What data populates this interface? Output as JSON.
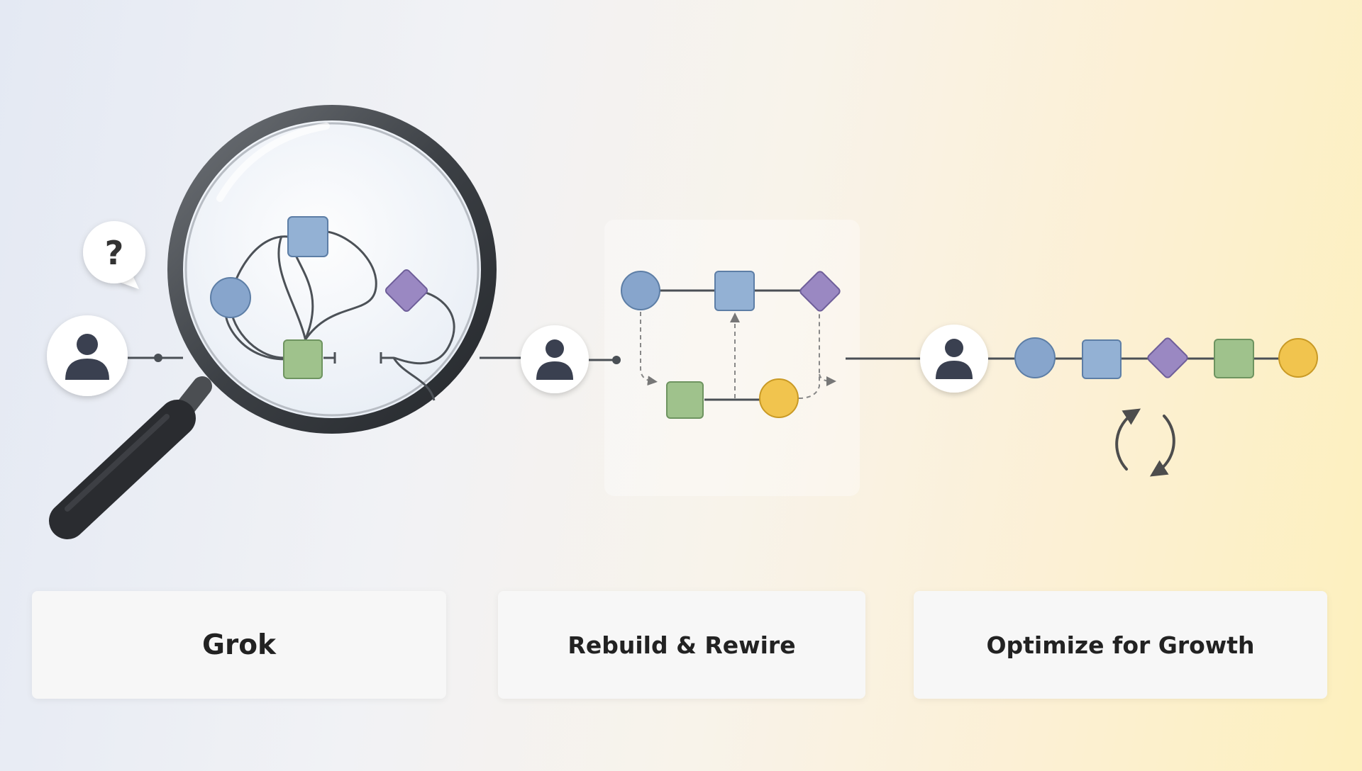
{
  "steps": [
    {
      "label": "Grok"
    },
    {
      "label": "Rebuild & Rewire"
    },
    {
      "label": "Optimize for Growth"
    }
  ],
  "speech_bubble": {
    "glyph": "?"
  },
  "icons": [
    "user-icon",
    "question-bubble-icon",
    "magnifying-glass-icon",
    "cycle-icon"
  ],
  "colors": {
    "circle": "#87a5cc",
    "square": "#93b1d4",
    "diamond": "#9a88c2",
    "green": "#9fc28c",
    "yellow": "#f1c44e",
    "connector": "#4a4f55",
    "dashed": "#888888",
    "avatar": "#3a4050"
  }
}
